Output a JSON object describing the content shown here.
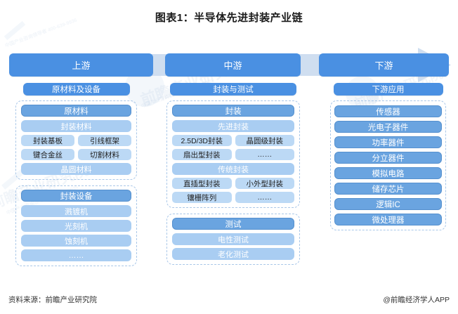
{
  "title": "图表1：半导体先进封装产业链",
  "stages": [
    {
      "key": "upstream",
      "label": "上游"
    },
    {
      "key": "midstream",
      "label": "中游"
    },
    {
      "key": "downstream",
      "label": "下游"
    }
  ],
  "colors": {
    "banner_blue": "#4a90e2",
    "medium_blue": "#6aa4e0",
    "light_blue": "#a9cdf2",
    "pale_blue": "#bcd9f5",
    "arrow_band": "#cfdef0",
    "dash_border": "#a9c7e8",
    "title_text": "#1a1a1a"
  },
  "upstream": {
    "category": "原材料及设备",
    "groups": [
      {
        "head": "原材料",
        "full_items": [
          "封装材料"
        ],
        "pairs": [
          [
            "封装基板",
            "引线框架"
          ],
          [
            "键合金丝",
            "切割材料"
          ]
        ],
        "tail_items": [
          "晶圆材料"
        ]
      },
      {
        "head": "封装设备",
        "full_items": [
          "溅镀机",
          "光刻机",
          "蚀刻机",
          "……"
        ],
        "pairs": [],
        "tail_items": []
      }
    ]
  },
  "midstream": {
    "category": "封装与测试",
    "groups": [
      {
        "head": "封装",
        "subsections": [
          {
            "label": "先进封装",
            "pairs": [
              [
                "2.5D/3D封装",
                "晶圆级封装"
              ],
              [
                "扇出型封装",
                "……"
              ]
            ]
          },
          {
            "label": "传统封装",
            "pairs": [
              [
                "直插型封装",
                "小外型封装"
              ],
              [
                "镶栅阵列",
                "……"
              ]
            ]
          }
        ]
      },
      {
        "head": "测试",
        "full_items": [
          "电性测试",
          "老化测试"
        ]
      }
    ]
  },
  "downstream": {
    "category": "下游应用",
    "items": [
      "传感器",
      "光电子器件",
      "功率器件",
      "分立器件",
      "模拟电路",
      "储存芯片",
      "逻辑IC",
      "微处理器"
    ]
  },
  "footer": {
    "source": "资料来源：前瞻产业研究院",
    "brand": "@前瞻经济学人APP"
  },
  "watermark": {
    "text": "前瞻产业研究院",
    "sub": "中国产业咨询领导者 400-639-9936"
  }
}
